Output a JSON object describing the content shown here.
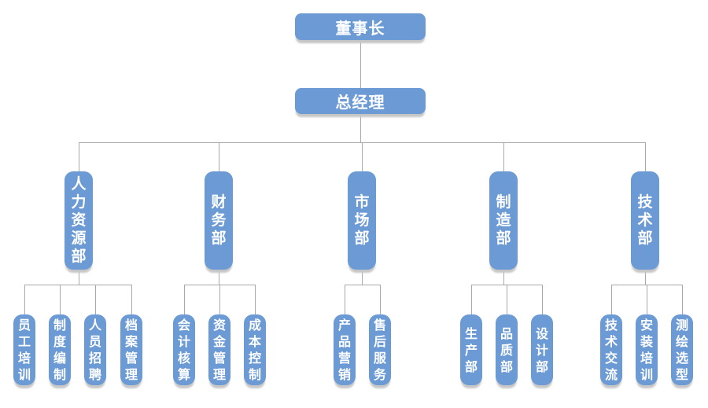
{
  "org_chart": {
    "chairman": "董事长",
    "general_manager": "总经理",
    "departments": [
      {
        "name": "人力资源部",
        "children": [
          "员工培训",
          "制度编制",
          "人员招聘",
          "档案管理"
        ]
      },
      {
        "name": "财务部",
        "children": [
          "会计核算",
          "资金管理",
          "成本控制"
        ]
      },
      {
        "name": "市场部",
        "children": [
          "产品营销",
          "售后服务"
        ]
      },
      {
        "name": "制造部",
        "children": [
          "生产部",
          "品质部",
          "设计部"
        ]
      },
      {
        "name": "技术部",
        "children": [
          "技术交流",
          "安装培训",
          "测绘选型"
        ]
      }
    ]
  },
  "colors": {
    "node_fill": "#6B9AD4",
    "node_text": "#FFFFFF",
    "connector": "#A9A9A9",
    "shadow": "#C6C6C6",
    "background": "#FFFFFF"
  }
}
